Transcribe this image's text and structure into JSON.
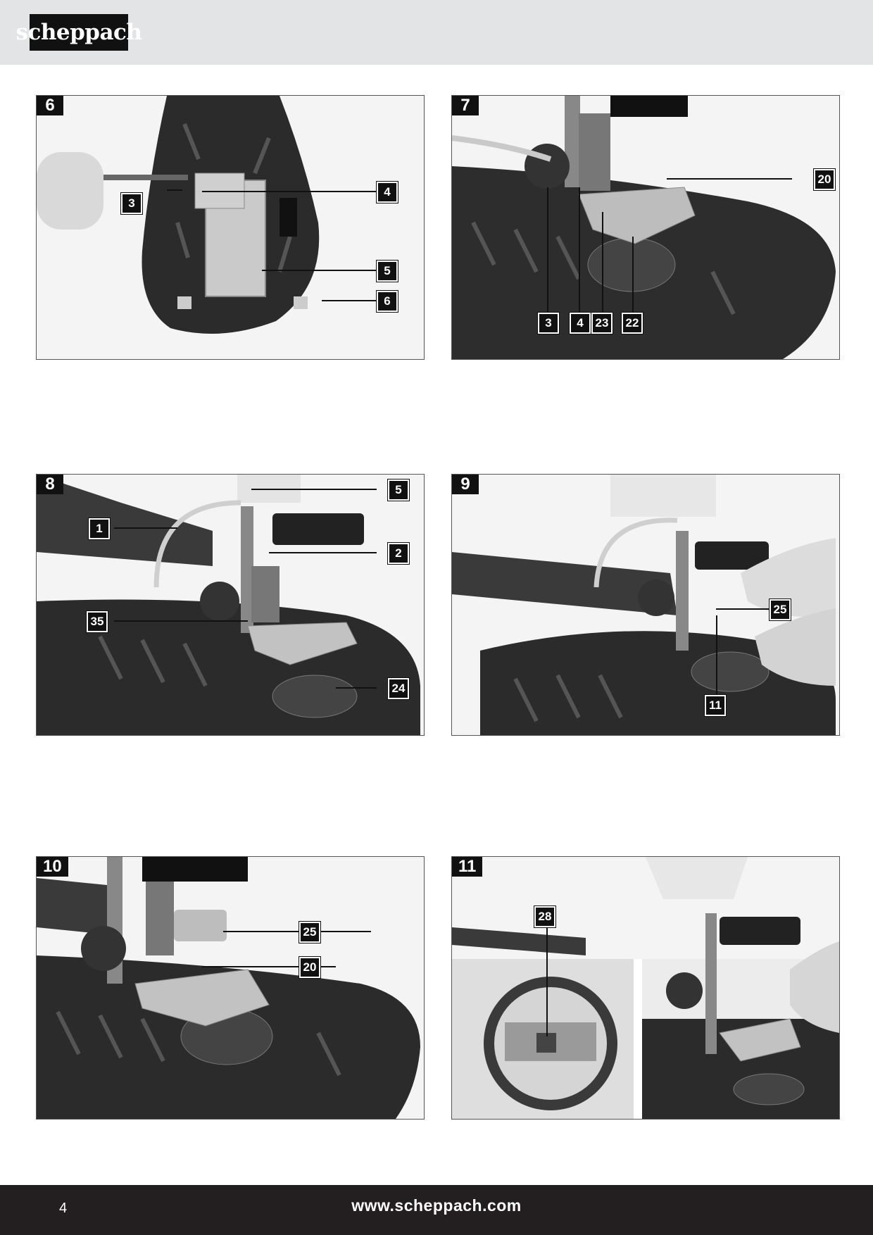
{
  "header": {
    "logo_text": "scheppach"
  },
  "figures": [
    {
      "number": "6",
      "callouts": [
        "3",
        "4",
        "5",
        "6"
      ]
    },
    {
      "number": "7",
      "callouts": [
        "20",
        "3",
        "4",
        "23",
        "22"
      ]
    },
    {
      "number": "8",
      "callouts": [
        "5",
        "1",
        "2",
        "35",
        "24"
      ]
    },
    {
      "number": "9",
      "callouts": [
        "25",
        "11"
      ]
    },
    {
      "number": "10",
      "callouts": [
        "25",
        "20"
      ]
    },
    {
      "number": "11",
      "callouts": [
        "28"
      ]
    }
  ],
  "footer": {
    "page_number": "4",
    "website": "www.scheppach.com"
  }
}
